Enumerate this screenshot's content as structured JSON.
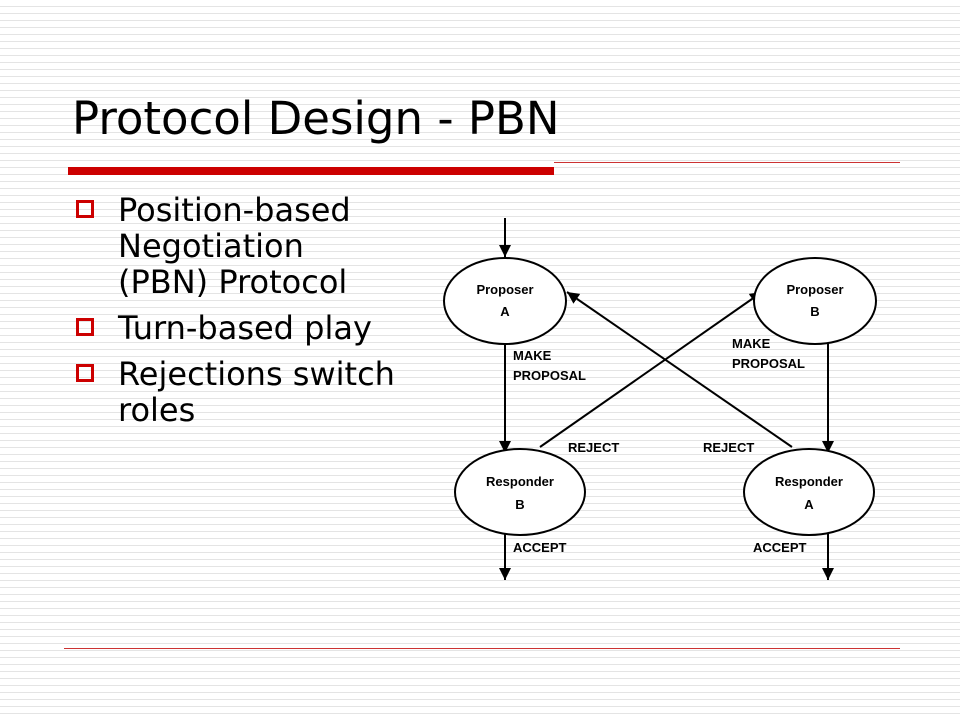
{
  "slide": {
    "title": "Protocol Design - PBN",
    "bullets": [
      "Position-based Negotiation (PBN) Protocol",
      "Turn-based play",
      "Rejections switch roles"
    ]
  },
  "diagram": {
    "nodes": {
      "proposer_a": [
        "Proposer",
        "A"
      ],
      "proposer_b": [
        "Proposer",
        "B"
      ],
      "responder_b": [
        "Responder",
        "B"
      ],
      "responder_a": [
        "Responder",
        "A"
      ]
    },
    "labels": {
      "make_proposal_left": [
        "MAKE",
        "PROPOSAL"
      ],
      "make_proposal_right": [
        "MAKE",
        "PROPOSAL"
      ],
      "reject_left": "REJECT",
      "reject_right": "REJECT",
      "accept_left": "ACCEPT",
      "accept_right": "ACCEPT"
    }
  },
  "colors": {
    "accent": "#cc0000",
    "stripe": "#e4e4e4"
  }
}
